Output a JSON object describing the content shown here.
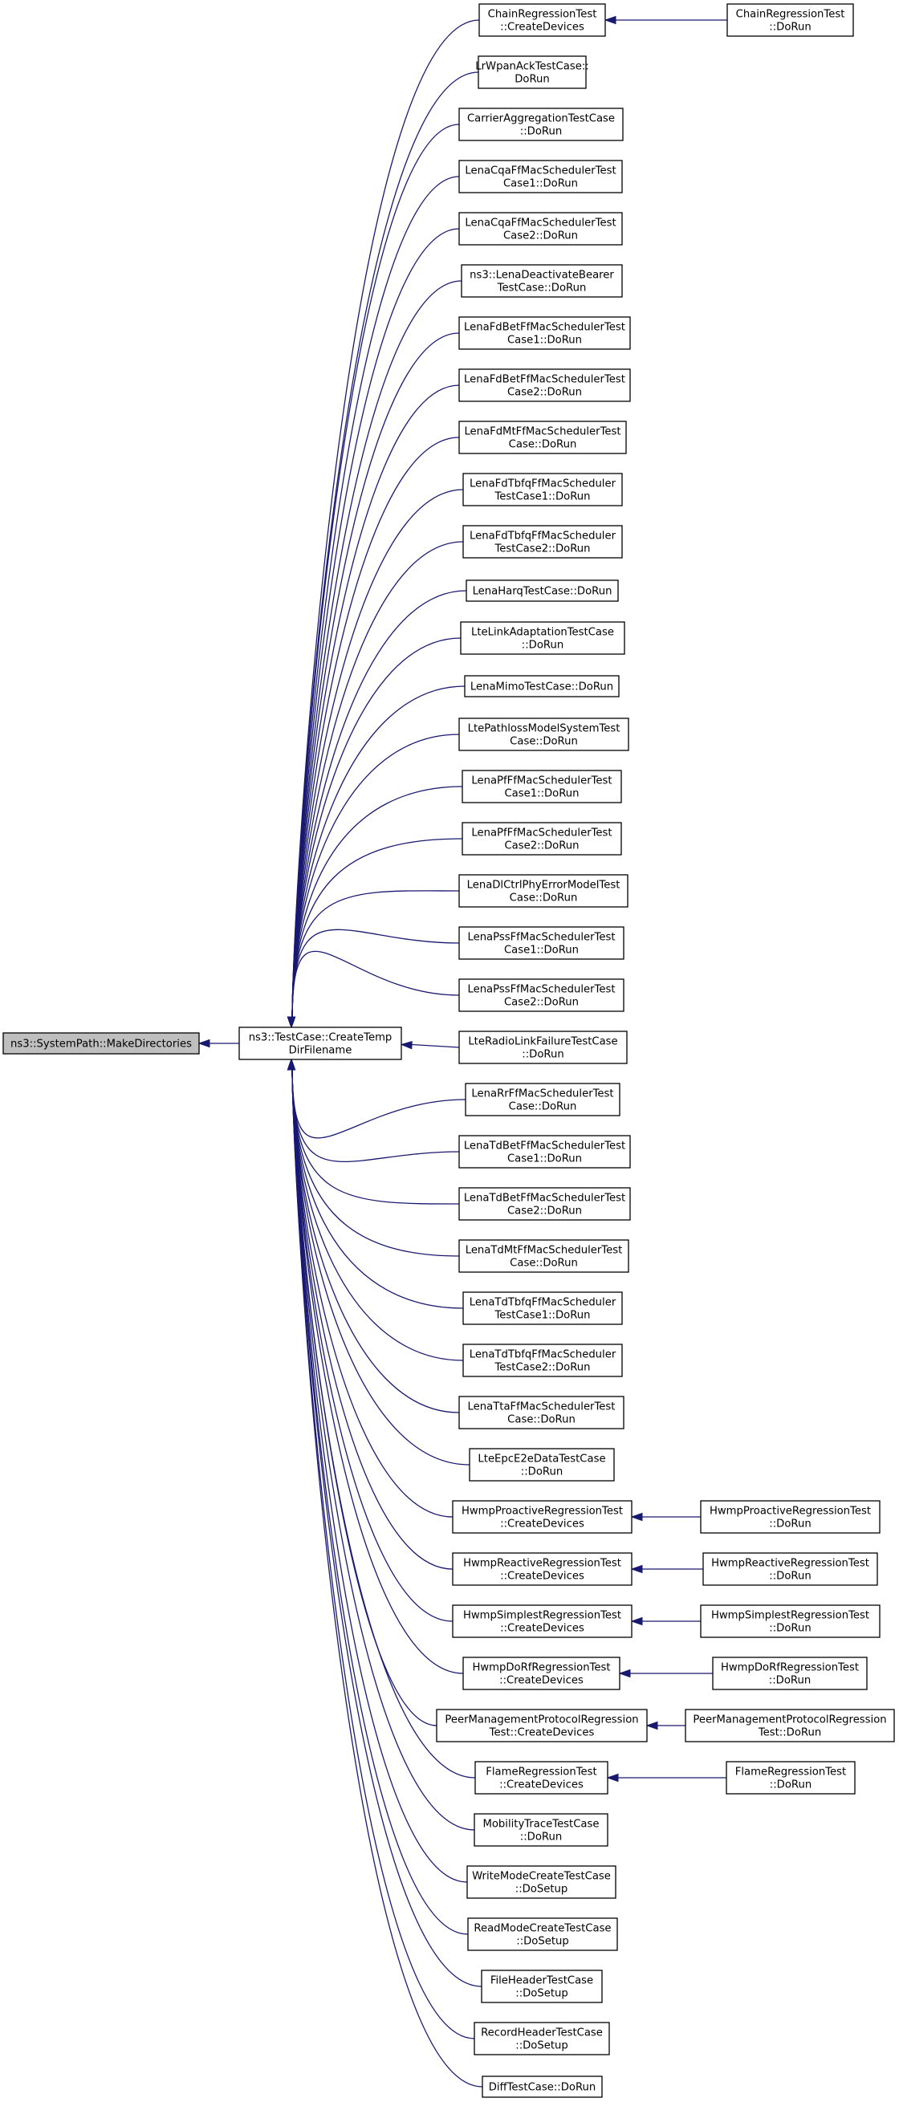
{
  "graph": {
    "root": {
      "id": "n0",
      "lines": [
        "ns3::SystemPath::MakeDirectories"
      ]
    },
    "center": {
      "id": "n1",
      "lines": [
        "ns3::TestCase::CreateTemp",
        "DirFilename"
      ]
    },
    "callers": [
      {
        "id": "c1",
        "lines": [
          "ChainRegressionTest",
          "::CreateDevices"
        ]
      },
      {
        "id": "c2",
        "lines": [
          "LrWpanAckTestCase::",
          "DoRun"
        ]
      },
      {
        "id": "c3",
        "lines": [
          "CarrierAggregationTestCase",
          "::DoRun"
        ]
      },
      {
        "id": "c4",
        "lines": [
          "LenaCqaFfMacSchedulerTest",
          "Case1::DoRun"
        ]
      },
      {
        "id": "c5",
        "lines": [
          "LenaCqaFfMacSchedulerTest",
          "Case2::DoRun"
        ]
      },
      {
        "id": "c6",
        "lines": [
          "ns3::LenaDeactivateBearer",
          "TestCase::DoRun"
        ]
      },
      {
        "id": "c7",
        "lines": [
          "LenaFdBetFfMacSchedulerTest",
          "Case1::DoRun"
        ]
      },
      {
        "id": "c8",
        "lines": [
          "LenaFdBetFfMacSchedulerTest",
          "Case2::DoRun"
        ]
      },
      {
        "id": "c9",
        "lines": [
          "LenaFdMtFfMacSchedulerTest",
          "Case::DoRun"
        ]
      },
      {
        "id": "c10",
        "lines": [
          "LenaFdTbfqFfMacScheduler",
          "TestCase1::DoRun"
        ]
      },
      {
        "id": "c11",
        "lines": [
          "LenaFdTbfqFfMacScheduler",
          "TestCase2::DoRun"
        ]
      },
      {
        "id": "c12",
        "lines": [
          "LenaHarqTestCase::DoRun"
        ]
      },
      {
        "id": "c13",
        "lines": [
          "LteLinkAdaptationTestCase",
          "::DoRun"
        ]
      },
      {
        "id": "c14",
        "lines": [
          "LenaMimoTestCase::DoRun"
        ]
      },
      {
        "id": "c15",
        "lines": [
          "LtePathlossModelSystemTest",
          "Case::DoRun"
        ]
      },
      {
        "id": "c16",
        "lines": [
          "LenaPfFfMacSchedulerTest",
          "Case1::DoRun"
        ]
      },
      {
        "id": "c17",
        "lines": [
          "LenaPfFfMacSchedulerTest",
          "Case2::DoRun"
        ]
      },
      {
        "id": "c18",
        "lines": [
          "LenaDlCtrlPhyErrorModelTest",
          "Case::DoRun"
        ]
      },
      {
        "id": "c19",
        "lines": [
          "LenaPssFfMacSchedulerTest",
          "Case1::DoRun"
        ]
      },
      {
        "id": "c20",
        "lines": [
          "LenaPssFfMacSchedulerTest",
          "Case2::DoRun"
        ]
      },
      {
        "id": "c21",
        "lines": [
          "LteRadioLinkFailureTestCase",
          "::DoRun"
        ]
      },
      {
        "id": "c22",
        "lines": [
          "LenaRrFfMacSchedulerTest",
          "Case::DoRun"
        ]
      },
      {
        "id": "c23",
        "lines": [
          "LenaTdBetFfMacSchedulerTest",
          "Case1::DoRun"
        ]
      },
      {
        "id": "c24",
        "lines": [
          "LenaTdBetFfMacSchedulerTest",
          "Case2::DoRun"
        ]
      },
      {
        "id": "c25",
        "lines": [
          "LenaTdMtFfMacSchedulerTest",
          "Case::DoRun"
        ]
      },
      {
        "id": "c26",
        "lines": [
          "LenaTdTbfqFfMacScheduler",
          "TestCase1::DoRun"
        ]
      },
      {
        "id": "c27",
        "lines": [
          "LenaTdTbfqFfMacScheduler",
          "TestCase2::DoRun"
        ]
      },
      {
        "id": "c28",
        "lines": [
          "LenaTtaFfMacSchedulerTest",
          "Case::DoRun"
        ]
      },
      {
        "id": "c29",
        "lines": [
          "LteEpcE2eDataTestCase",
          "::DoRun"
        ]
      },
      {
        "id": "c30",
        "lines": [
          "HwmpProactiveRegressionTest",
          "::CreateDevices"
        ]
      },
      {
        "id": "c31",
        "lines": [
          "HwmpReactiveRegressionTest",
          "::CreateDevices"
        ]
      },
      {
        "id": "c32",
        "lines": [
          "HwmpSimplestRegressionTest",
          "::CreateDevices"
        ]
      },
      {
        "id": "c33",
        "lines": [
          "HwmpDoRfRegressionTest",
          "::CreateDevices"
        ]
      },
      {
        "id": "c34",
        "lines": [
          "PeerManagementProtocolRegression",
          "Test::CreateDevices"
        ]
      },
      {
        "id": "c35",
        "lines": [
          "FlameRegressionTest",
          "::CreateDevices"
        ]
      },
      {
        "id": "c36",
        "lines": [
          "MobilityTraceTestCase",
          "::DoRun"
        ]
      },
      {
        "id": "c37",
        "lines": [
          "WriteModeCreateTestCase",
          "::DoSetup"
        ]
      },
      {
        "id": "c38",
        "lines": [
          "ReadModeCreateTestCase",
          "::DoSetup"
        ]
      },
      {
        "id": "c39",
        "lines": [
          "FileHeaderTestCase",
          "::DoSetup"
        ]
      },
      {
        "id": "c40",
        "lines": [
          "RecordHeaderTestCase",
          "::DoSetup"
        ]
      },
      {
        "id": "c41",
        "lines": [
          "DiffTestCase::DoRun"
        ]
      }
    ],
    "second_level": [
      {
        "id": "d1",
        "caller": "c1",
        "lines": [
          "ChainRegressionTest",
          "::DoRun"
        ]
      },
      {
        "id": "d2",
        "caller": "c30",
        "lines": [
          "HwmpProactiveRegressionTest",
          "::DoRun"
        ]
      },
      {
        "id": "d3",
        "caller": "c31",
        "lines": [
          "HwmpReactiveRegressionTest",
          "::DoRun"
        ]
      },
      {
        "id": "d4",
        "caller": "c32",
        "lines": [
          "HwmpSimplestRegressionTest",
          "::DoRun"
        ]
      },
      {
        "id": "d5",
        "caller": "c33",
        "lines": [
          "HwmpDoRfRegressionTest",
          "::DoRun"
        ]
      },
      {
        "id": "d6",
        "caller": "c34",
        "lines": [
          "PeerManagementProtocolRegression",
          "Test::DoRun"
        ]
      },
      {
        "id": "d7",
        "caller": "c35",
        "lines": [
          "FlameRegressionTest",
          "::DoRun"
        ]
      }
    ],
    "edge_color": "#191970",
    "root_fill": "#bfbfbf"
  }
}
